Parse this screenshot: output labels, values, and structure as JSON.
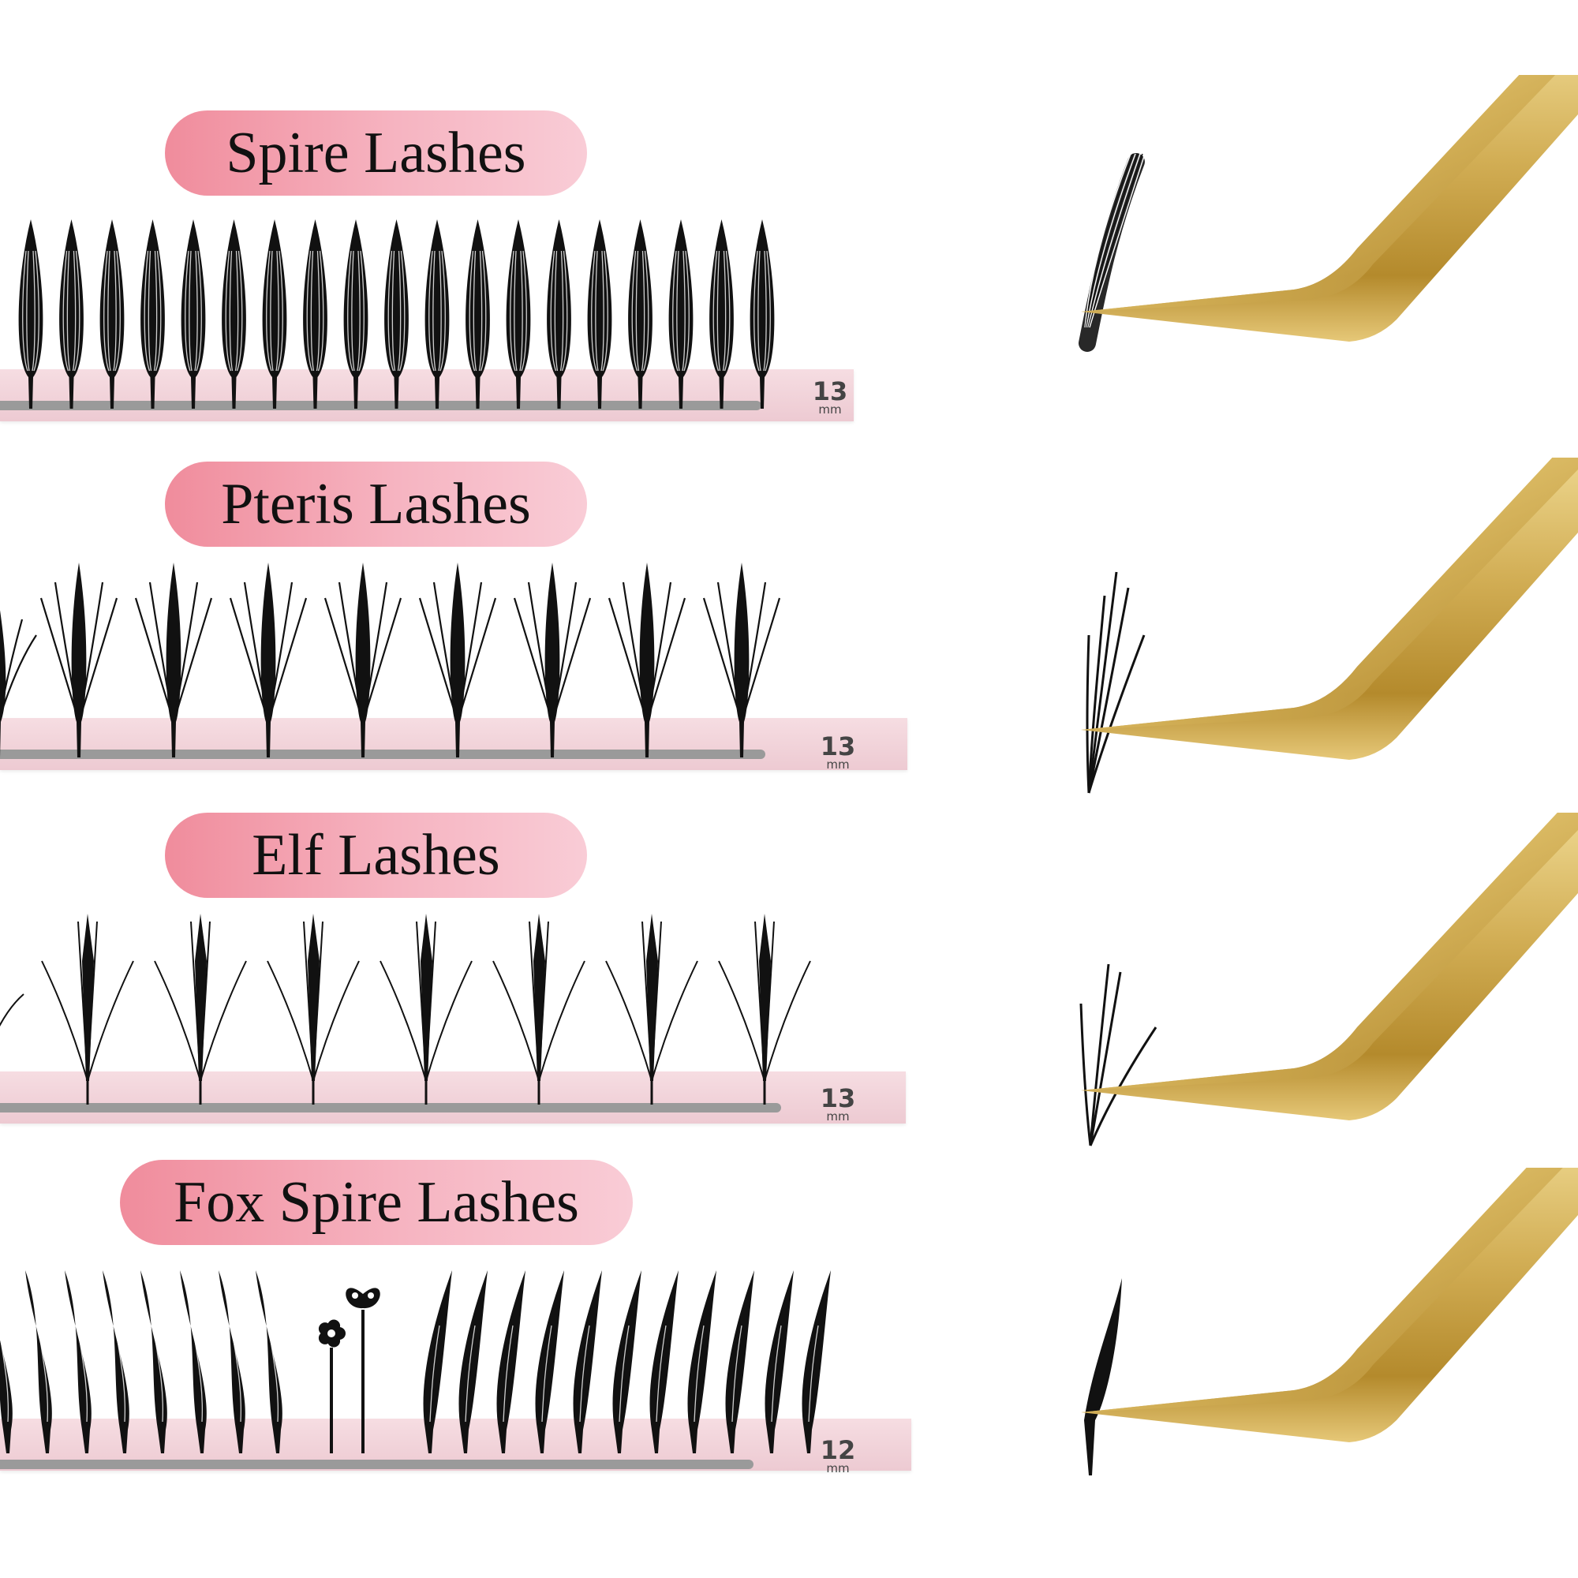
{
  "sections": [
    {
      "title": "Spire Lashes",
      "length": "13",
      "unit": "mm",
      "style": "spire"
    },
    {
      "title": "Pteris Lashes",
      "length": "13",
      "unit": "mm",
      "style": "pteris"
    },
    {
      "title": "Elf Lashes",
      "length": "13",
      "unit": "mm",
      "style": "elf"
    },
    {
      "title": "Fox Spire Lashes",
      "length": "12",
      "unit": "mm",
      "style": "fox"
    }
  ],
  "colors": {
    "pill_start": "#f08c9c",
    "pill_end": "#f9ccd6",
    "strip": "#f2d4da",
    "lash": "#111111",
    "tweezer_gold": "#c9a54a"
  },
  "icons": [
    "tweezers-icon",
    "flower-icon",
    "butterfly-icon"
  ]
}
